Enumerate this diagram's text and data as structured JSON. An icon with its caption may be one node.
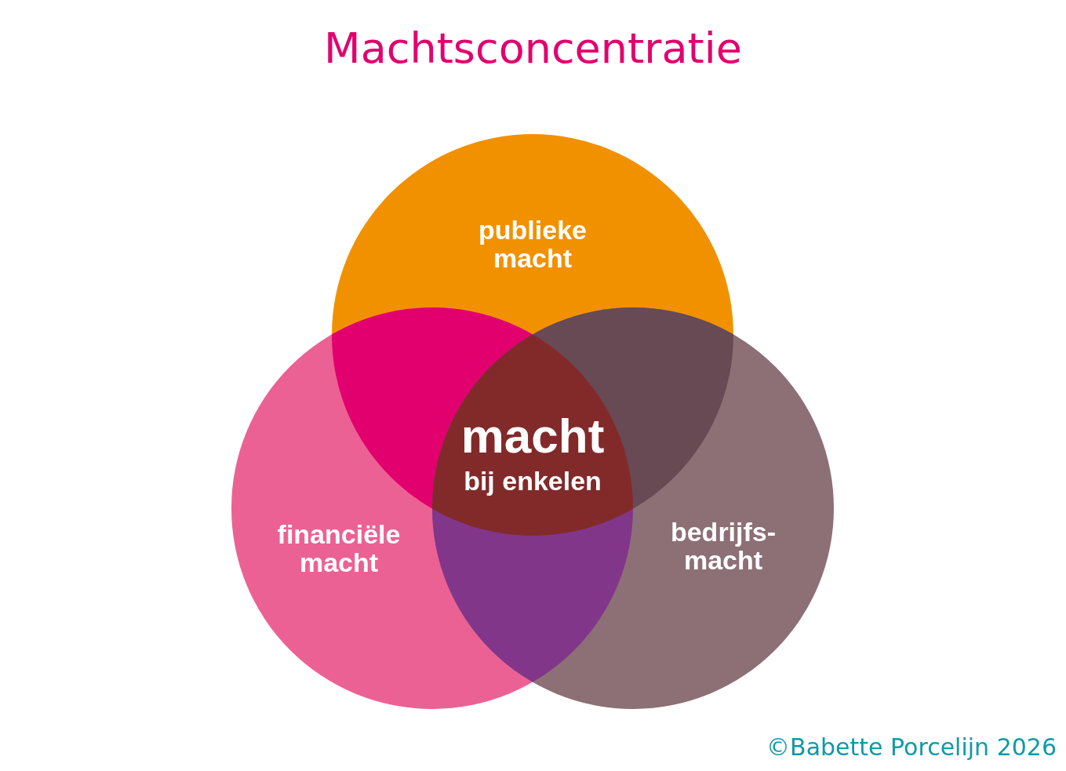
{
  "diagram": {
    "title": "Machtsconcentratie",
    "nodes": [
      {
        "text": [
          "publieke macht"
        ]
      },
      {
        "text": [
          "financiële macht"
        ]
      },
      {
        "text": [
          "bedrijfs- macht"
        ]
      },
      {
        "text": [
          "macht",
          "bij enkelen"
        ]
      }
    ],
    "labels": [
      "©Babette Porcelijn 2026"
    ]
  }
}
